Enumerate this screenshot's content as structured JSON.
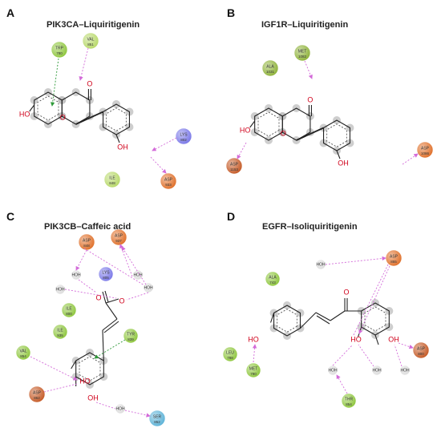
{
  "panels": [
    {
      "label": "A",
      "title": "PIK3CA–Liquiritigenin",
      "atoms": {
        "carbonyl": "O",
        "ring": "O",
        "hydroxyl_left": "HO",
        "hydroxyl_right": "OH"
      },
      "residues": [
        {
          "name": "TRP",
          "num": "780",
          "color": "#8fc73e"
        },
        {
          "name": "VAL",
          "num": "851",
          "color": "#b8d96a"
        },
        {
          "name": "LYS",
          "num": "802",
          "color": "#7a78e8"
        },
        {
          "name": "ILE",
          "num": "848",
          "color": "#b8d96a"
        },
        {
          "name": "ASP",
          "num": "933",
          "color": "#e0702a"
        }
      ]
    },
    {
      "label": "B",
      "title": "IGF1R–Liquiritigenin",
      "atoms": {
        "carbonyl": "O",
        "ring": "O",
        "hydroxyl_left": "HO",
        "hydroxyl_right": "OH"
      },
      "residues": [
        {
          "name": "ALA",
          "num": "1031",
          "color": "#8fb33a"
        },
        {
          "name": "MET",
          "num": "1082",
          "color": "#8fb33a"
        },
        {
          "name": "ASP",
          "num": "1153",
          "color": "#c55a26"
        },
        {
          "name": "ASP",
          "num": "1086",
          "color": "#e0702a"
        }
      ]
    },
    {
      "label": "C",
      "title": "PIK3CB–Caffeic acid",
      "atoms": {
        "o1": "O",
        "o2": "O",
        "ho": "HO",
        "oh": "OH"
      },
      "residues": [
        {
          "name": "ASP",
          "num": "848",
          "color": "#e0702a"
        },
        {
          "name": "ASP",
          "num": "937",
          "color": "#e0702a"
        },
        {
          "name": "HOH",
          "num": "",
          "color": "#dddddd"
        },
        {
          "name": "HOH",
          "num": "",
          "color": "#dddddd"
        },
        {
          "name": "LYS",
          "num": "805",
          "color": "#7a78e8"
        },
        {
          "name": "HOH",
          "num": "",
          "color": "#dddddd"
        },
        {
          "name": "HOH",
          "num": "",
          "color": "#dddddd"
        },
        {
          "name": "ILE",
          "num": "800",
          "color": "#8fc73e"
        },
        {
          "name": "ILE",
          "num": "935",
          "color": "#8fc73e"
        },
        {
          "name": "TYR",
          "num": "839",
          "color": "#8fc73e"
        },
        {
          "name": "VAL",
          "num": "854",
          "color": "#8fc73e"
        },
        {
          "name": "ASP",
          "num": "862",
          "color": "#c55a26"
        },
        {
          "name": "HOH",
          "num": "",
          "color": "#dddddd"
        },
        {
          "name": "SER",
          "num": "852",
          "color": "#5db3d8"
        }
      ]
    },
    {
      "label": "D",
      "title": "EGFR–Isoliquiritigenin",
      "atoms": {
        "carbonyl": "O",
        "ho": "HO",
        "ho2": "HO",
        "oh": "OH"
      },
      "residues": [
        {
          "name": "HOH",
          "num": "",
          "color": "#dddddd"
        },
        {
          "name": "ASP",
          "num": "855",
          "color": "#e0702a"
        },
        {
          "name": "ALA",
          "num": "743",
          "color": "#8fc73e"
        },
        {
          "name": "LEU",
          "num": "788",
          "color": "#8fc73e"
        },
        {
          "name": "MET",
          "num": "790",
          "color": "#8fc73e"
        },
        {
          "name": "HOH",
          "num": "",
          "color": "#dddddd"
        },
        {
          "name": "HOH",
          "num": "",
          "color": "#dddddd"
        },
        {
          "name": "HOH",
          "num": "",
          "color": "#dddddd"
        },
        {
          "name": "ASP",
          "num": "800",
          "color": "#c55a26"
        },
        {
          "name": "THR",
          "num": "854",
          "color": "#8fc73e"
        }
      ]
    }
  ]
}
